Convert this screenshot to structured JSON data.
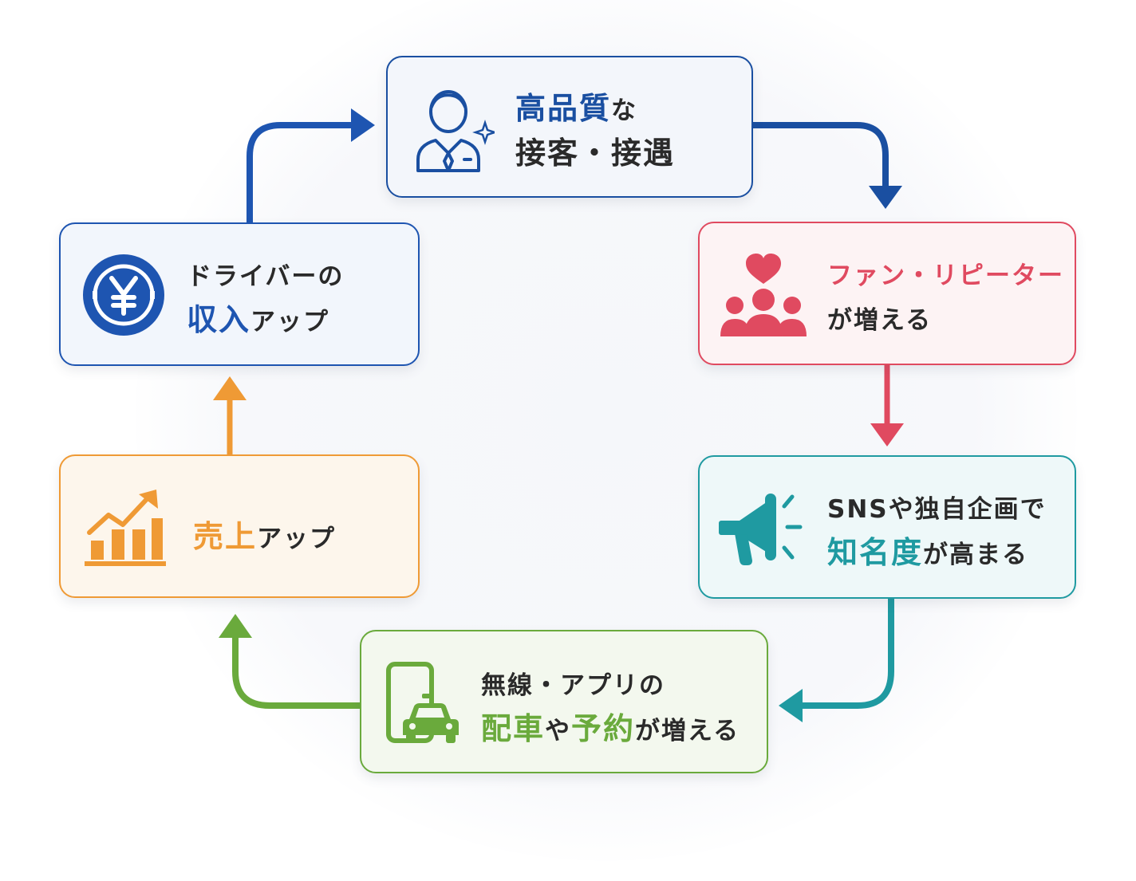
{
  "colors": {
    "blue": "#1a4fa1",
    "red": "#e04a60",
    "teal": "#1f9aa1",
    "green": "#6aaa3c",
    "orange": "#ef9a35",
    "navy": "#1e55b1",
    "text": "#2a2a2a"
  },
  "steps": [
    {
      "id": "service",
      "icon": "businessman-icon",
      "line1_highlight": "高品質",
      "line1_rest": "な",
      "line2": "接客・接遇"
    },
    {
      "id": "fans",
      "icon": "heart-people-icon",
      "line1_highlight": "ファン・リピーター",
      "line2": "が増える"
    },
    {
      "id": "awareness",
      "icon": "megaphone-icon",
      "line1": "SNSや独自企画で",
      "line2_highlight": "知名度",
      "line2_rest": "が高まる"
    },
    {
      "id": "dispatch",
      "icon": "phone-taxi-icon",
      "line1": "無線・アプリの",
      "line2_h1": "配車",
      "line2_m1": "や",
      "line2_h2": "予約",
      "line2_rest": "が増える"
    },
    {
      "id": "sales",
      "icon": "growth-chart-icon",
      "line1_highlight": "売上",
      "line1_rest": "アップ"
    },
    {
      "id": "income",
      "icon": "yen-coin-icon",
      "line1": "ドライバーの",
      "line2_highlight": "収入",
      "line2_rest": "アップ"
    }
  ]
}
